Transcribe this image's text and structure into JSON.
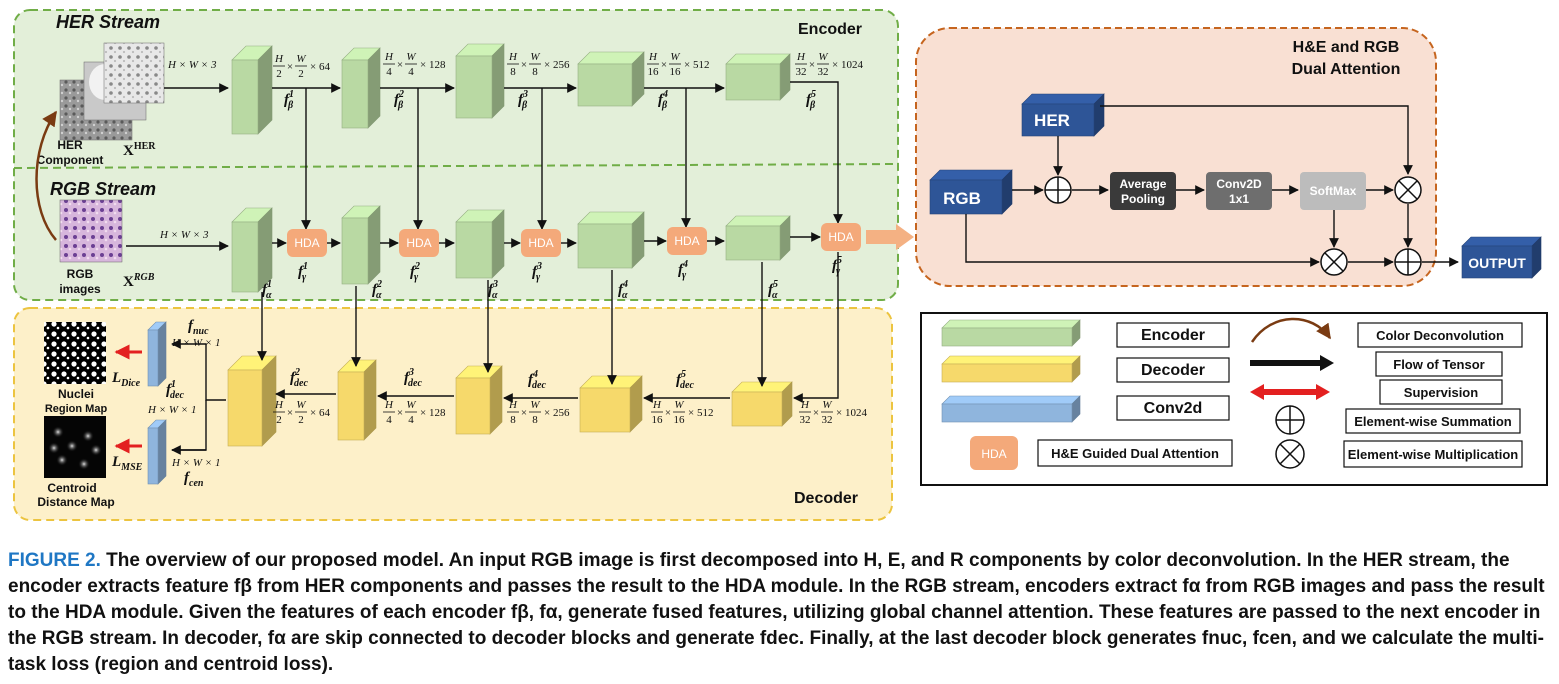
{
  "streams": {
    "her_title": "HER Stream",
    "rgb_title": "RGB Stream",
    "encoder_label": "Encoder",
    "decoder_label": "Decoder"
  },
  "inputs": {
    "her_component": [
      "HER",
      "Component"
    ],
    "her_symbol": "X",
    "her_symbol_sup": "HER",
    "rgb_images": [
      "RGB",
      "images"
    ],
    "rgb_symbol": "X",
    "rgb_symbol_sup": "RGB",
    "input_dim": "H × W × 3"
  },
  "encoder_dims": [
    {
      "h": "H",
      "hd": "2",
      "w": "W",
      "wd": "2",
      "c": "× 64"
    },
    {
      "h": "H",
      "hd": "4",
      "w": "W",
      "wd": "4",
      "c": "× 128"
    },
    {
      "h": "H",
      "hd": "8",
      "w": "W",
      "wd": "8",
      "c": "× 256"
    },
    {
      "h": "H",
      "hd": "16",
      "w": "W",
      "wd": "16",
      "c": "× 512"
    },
    {
      "h": "H",
      "hd": "32",
      "w": "W",
      "wd": "32",
      "c": "× 1024"
    }
  ],
  "features": {
    "f_beta": [
      {
        "base": "f",
        "sup": "1",
        "sub": "β"
      },
      {
        "base": "f",
        "sup": "2",
        "sub": "β"
      },
      {
        "base": "f",
        "sup": "3",
        "sub": "β"
      },
      {
        "base": "f",
        "sup": "4",
        "sub": "β"
      },
      {
        "base": "f",
        "sup": "5",
        "sub": "β"
      }
    ],
    "f_alpha": [
      {
        "base": "f",
        "sup": "1",
        "sub": "α"
      },
      {
        "base": "f",
        "sup": "2",
        "sub": "α"
      },
      {
        "base": "f",
        "sup": "3",
        "sub": "α"
      },
      {
        "base": "f",
        "sup": "4",
        "sub": "α"
      },
      {
        "base": "f",
        "sup": "5",
        "sub": "α"
      }
    ],
    "f_gamma": [
      {
        "base": "f",
        "sup": "1",
        "sub": "γ"
      },
      {
        "base": "f",
        "sup": "2",
        "sub": "γ"
      },
      {
        "base": "f",
        "sup": "3",
        "sub": "γ"
      },
      {
        "base": "f",
        "sup": "4",
        "sub": "γ"
      },
      {
        "base": "f",
        "sup": "5",
        "sub": "γ"
      }
    ],
    "f_dec": [
      {
        "base": "f",
        "sup": "1",
        "sub": "dec"
      },
      {
        "base": "f",
        "sup": "2",
        "sub": "dec"
      },
      {
        "base": "f",
        "sup": "3",
        "sub": "dec"
      },
      {
        "base": "f",
        "sup": "4",
        "sub": "dec"
      },
      {
        "base": "f",
        "sup": "5",
        "sub": "dec"
      }
    ],
    "f_nuc": {
      "base": "f",
      "sub": "nuc"
    },
    "f_cen": {
      "base": "f",
      "sub": "cen"
    }
  },
  "hda_label": "HDA",
  "decoder_out": {
    "dim1": "H × W × 1",
    "nuclei_map": [
      "Nuclei",
      "Region Map"
    ],
    "centroid_map": [
      "Centroid",
      "Distance Map"
    ],
    "loss_dice": {
      "base": "L",
      "sub": "Dice"
    },
    "loss_mse": {
      "base": "L",
      "sub": "MSE"
    }
  },
  "attention": {
    "title": [
      "H&E and RGB",
      "Dual Attention"
    ],
    "her": "HER",
    "rgb": "RGB",
    "avg_pool": [
      "Average",
      "Pooling"
    ],
    "conv": [
      "Conv2D",
      "1x1"
    ],
    "softmax": "SoftMax",
    "output": "OUTPUT"
  },
  "legend": {
    "encoder": "Encoder",
    "decoder": "Decoder",
    "conv2d": "Conv2d",
    "hda": "HDA",
    "hda_desc": "H&E Guided Dual Attention",
    "color_deconv": "Color Deconvolution",
    "flow": "Flow of Tensor",
    "supervision": "Supervision",
    "sum": "Element-wise Summation",
    "mult": "Element-wise Multiplication"
  },
  "caption": {
    "label": "FIGURE 2.",
    "text": " The overview of our proposed model. An input RGB image is first decomposed into H, E, and R components by color deconvolution. In the HER stream, the encoder extracts feature fβ from HER components and passes the result to the HDA module. In the RGB stream, encoders extract fα from RGB images and pass the result to the HDA module. Given the features of each encoder fβ, fα, generate fused features, utilizing global channel attention. These features are passed to the next encoder in the RGB stream. In decoder, fα are skip connected to decoder blocks and generate fdec. Finally, at the last decoder block generates fnuc, fcen, and we calculate the multi-task loss (region and centroid loss)."
  },
  "colors": {
    "encoder_bg": "#e3efd9",
    "decoder_bg": "#fdf0c9",
    "attention_bg": "#f9e0d3",
    "green_block": "#b9d9a3",
    "yellow_block": "#f6d96b",
    "blue_block": "#8fb5dd",
    "hda": "#f4a97a",
    "node_blue": "#2e5597",
    "caption_accent": "#1f77c4"
  }
}
